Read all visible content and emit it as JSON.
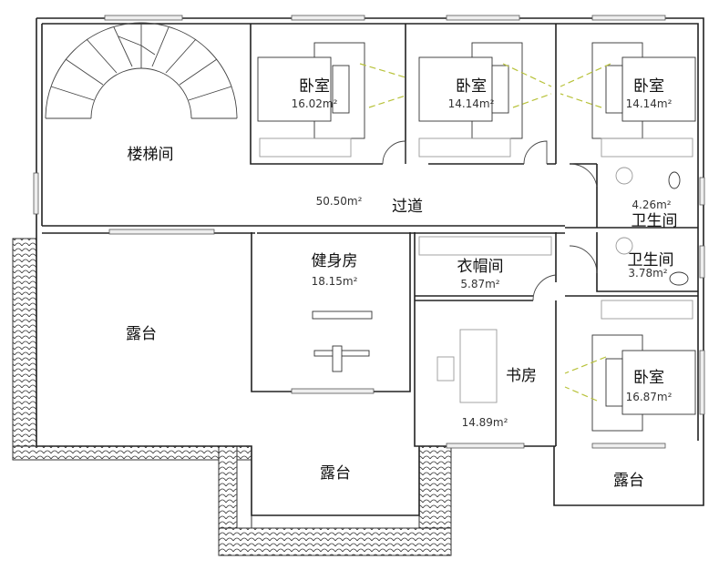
{
  "rooms": {
    "stair": {
      "name": "楼梯间"
    },
    "bed1": {
      "name": "卧室",
      "area": "16.02m²"
    },
    "bed2": {
      "name": "卧室",
      "area": "14.14m²"
    },
    "bed3": {
      "name": "卧室",
      "area": "14.14m²"
    },
    "corridor": {
      "name": "过道",
      "area": "50.50m²"
    },
    "bath1": {
      "name": "卫生间",
      "area": "4.26m²"
    },
    "bath2": {
      "name": "卫生间",
      "area": "3.78m²"
    },
    "gym": {
      "name": "健身房",
      "area": "18.15m²"
    },
    "closet": {
      "name": "衣帽间",
      "area": "5.87m²"
    },
    "study": {
      "name": "书房",
      "area": "14.89m²"
    },
    "bed4": {
      "name": "卧室",
      "area": "16.87m²"
    },
    "terrace1": {
      "name": "露台"
    },
    "terrace2": {
      "name": "露台"
    },
    "terrace3": {
      "name": "露台"
    }
  },
  "colors": {
    "wall": "#222222",
    "sightline": "#b8c23a"
  }
}
